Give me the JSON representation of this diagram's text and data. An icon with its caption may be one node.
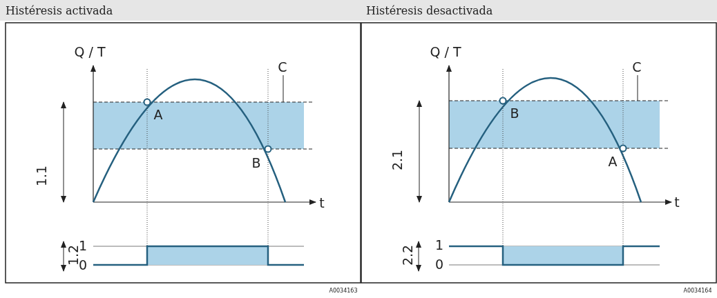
{
  "diagram": {
    "nodes": [
      {
        "text": [
          "C"
        ]
      },
      {
        "text": [],
        "shape": "box"
      },
      {
        "text": [
          "C"
        ]
      },
      {
        "text": [],
        "shape": "box"
      }
    ],
    "edges": [
      {
        "from": 0,
        "to": 1,
        "arrow": "none"
      },
      {
        "from": 2,
        "to": 3,
        "arrow": "none"
      }
    ],
    "labels": [
      "Histéresis activada",
      "Histéresis desactivada",
      "Q / T",
      "A",
      "1.1",
      "B",
      "t",
      "1.2",
      "1",
      "0",
      "Q / T",
      "B",
      "2.1",
      "A",
      "t",
      "2.2",
      "1",
      "0",
      "A0034163",
      "A0034164"
    ]
  }
}
